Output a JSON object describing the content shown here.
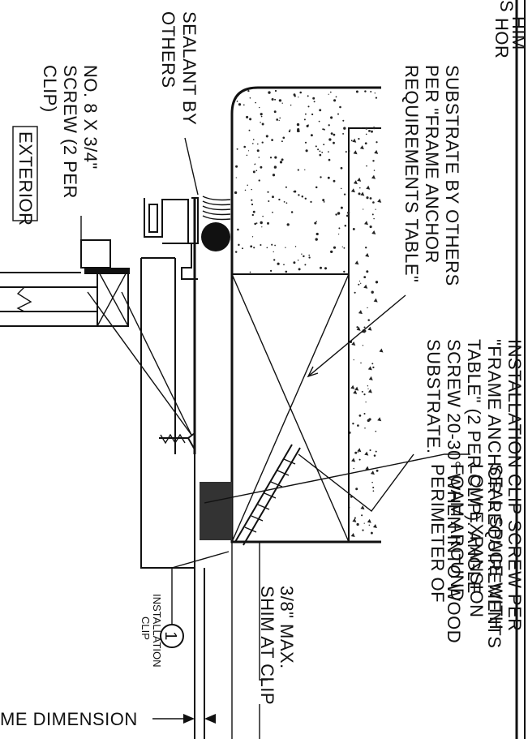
{
  "notes": {
    "substrate_top": "S",
    "shim_top_1": "HIM",
    "shim_top_2": "HOR",
    "sealant_1": "SEALANT BY",
    "sealant_2": "OTHERS",
    "screw_1": "NO. 8 X 3/4\"",
    "screw_2": "SCREW (2 PER",
    "screw_3": "CLIP)",
    "exterior": "EXTERIOR",
    "substrate_1": "SUBSTRATE BY OTHERS",
    "substrate_2": "PER \"FRAME ANCHOR",
    "substrate_3": "REQUIREMENTS TABLE\"",
    "clip_screw_1": "INSTALLATION CLIP SCREW PER",
    "clip_screw_2": "\"FRAME ANCHOR REQUIREMENTS",
    "clip_screw_3": "TABLE\" (2 PER CLIP).  ANGLE",
    "clip_screw_4": "SCREW 20-30° WHEN INTO WOOD",
    "clip_screw_5": "SUBSTRATE.",
    "seal_1": "SEAL SPACE WITH",
    "seal_2": "LOW EXPANSION",
    "seal_3": "FOAM AROUND",
    "seal_4": "PERIMETER OF",
    "shim_1": "3/8\" MAX.",
    "shim_2": "SHIM AT CLIP",
    "callout_number": "1",
    "callout_label_1": "INSTALLATION",
    "callout_label_2": "CLIP",
    "frame_dimension": "ME DIMENSION"
  }
}
